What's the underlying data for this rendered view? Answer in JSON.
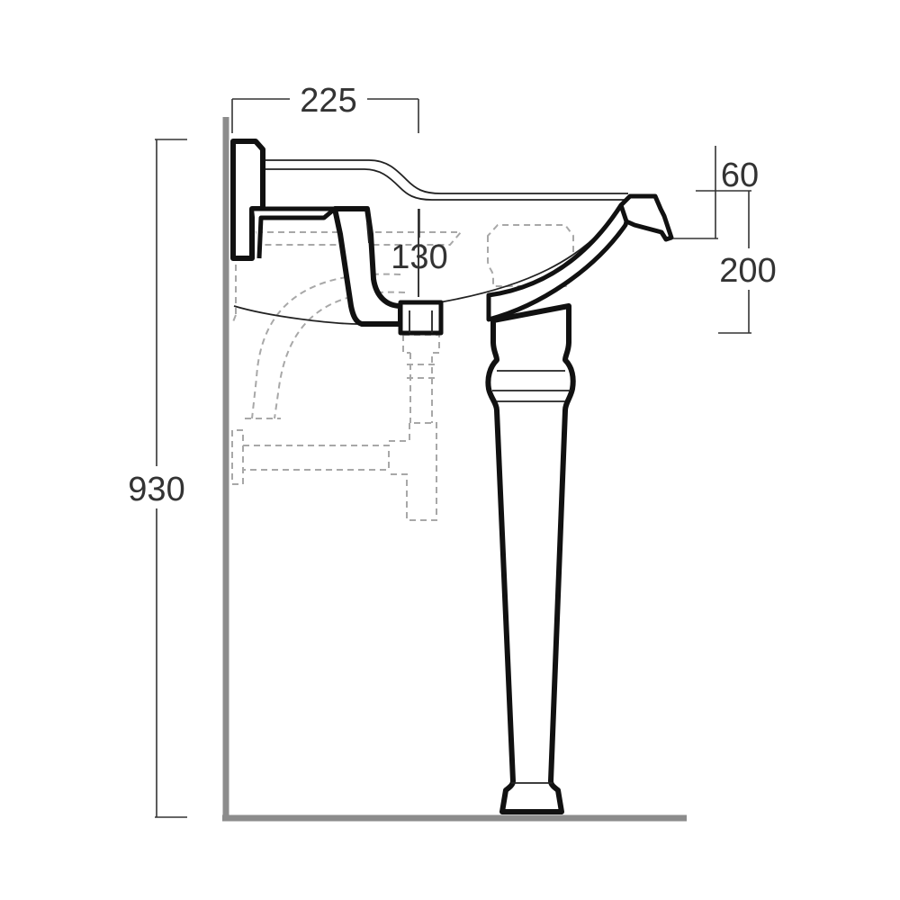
{
  "dimensions": {
    "projection": "225",
    "height_total": "930",
    "rim_height": "60",
    "bowl_depth": "200",
    "waste_offset": "130"
  },
  "colors": {
    "outline": "#111111",
    "hidden_lines": "#a8a8a8",
    "wall_floor": "#8c8c8c",
    "dimension_lines": "#333333"
  }
}
